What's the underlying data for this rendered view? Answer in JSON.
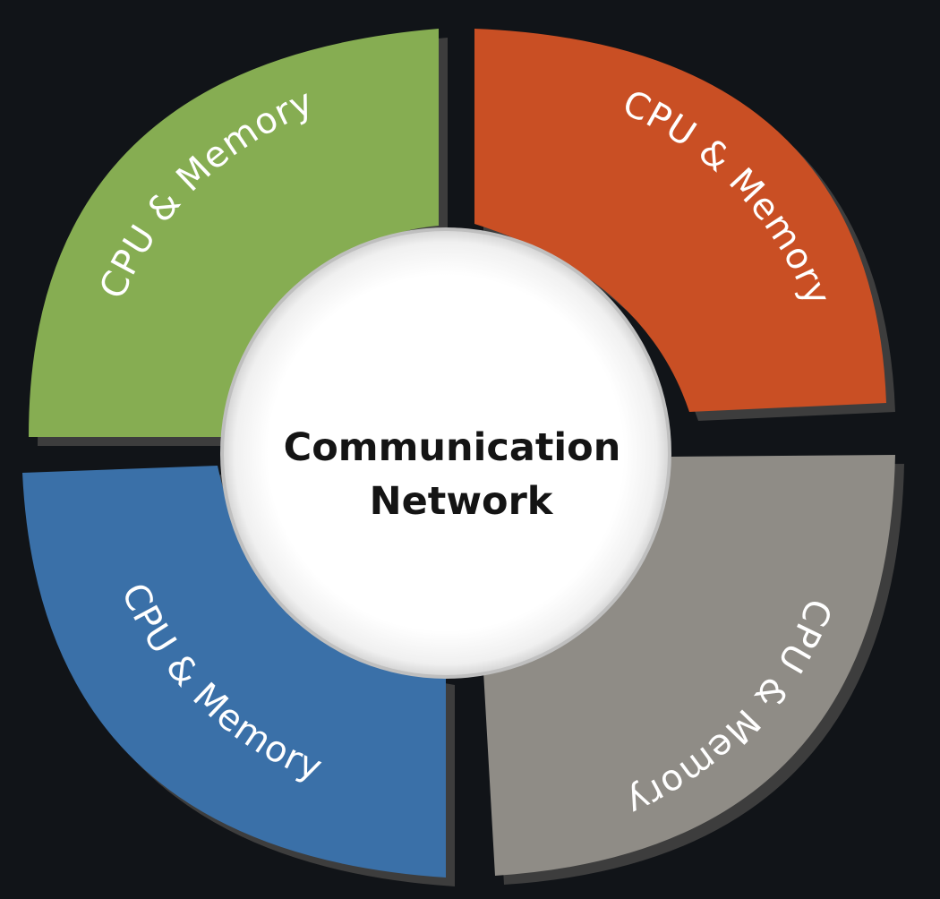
{
  "colors": {
    "background": "#111418",
    "hub": "#ffffff",
    "hub_text": "#141414",
    "segment_text": "#ffffff"
  },
  "hub": {
    "line1": "Communication",
    "line2": "Network"
  },
  "segments": [
    {
      "label": "CPU & Memory",
      "color": "#86ad52"
    },
    {
      "label": "CPU & Memory",
      "color": "#c94f24"
    },
    {
      "label": "CPU & Memory",
      "color": "#3a70a8"
    },
    {
      "label": "CPU & Memory",
      "color": "#8f8c86"
    }
  ]
}
